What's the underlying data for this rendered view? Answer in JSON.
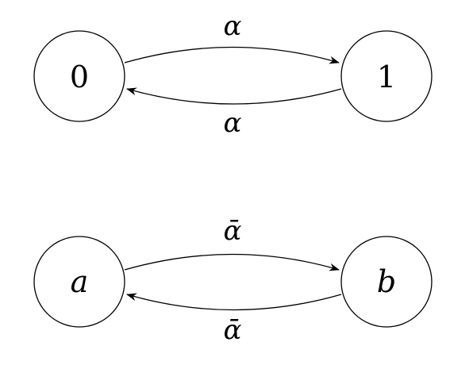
{
  "diagrams": [
    {
      "nodes": [
        {
          "id": "0",
          "label": "0",
          "italic": false
        },
        {
          "id": "1",
          "label": "1",
          "italic": false
        }
      ],
      "edges": [
        {
          "from": "0",
          "to": "1",
          "label": "α",
          "bar": false
        },
        {
          "from": "1",
          "to": "0",
          "label": "α",
          "bar": false
        }
      ]
    },
    {
      "nodes": [
        {
          "id": "a",
          "label": "a",
          "italic": true
        },
        {
          "id": "b",
          "label": "b",
          "italic": true
        }
      ],
      "edges": [
        {
          "from": "a",
          "to": "b",
          "label": "ᾱ",
          "bar": true
        },
        {
          "from": "b",
          "to": "a",
          "label": "ᾱ",
          "bar": true
        }
      ]
    }
  ]
}
